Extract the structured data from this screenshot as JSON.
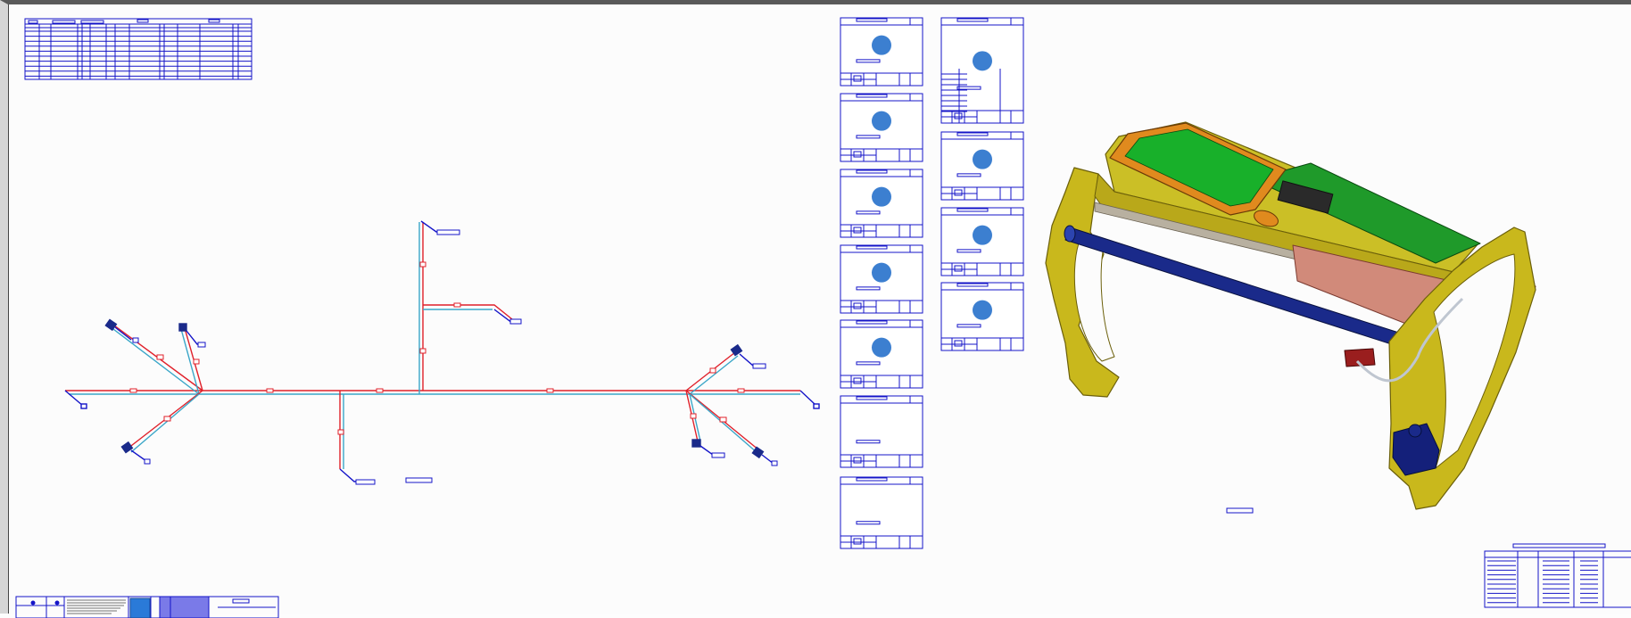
{
  "drawing": {
    "type": "harness-drawing-sheet",
    "colors": {
      "frame_line": "#1414c8",
      "wire_red": "#e0202a",
      "wire_cyan": "#3aa6c8",
      "bubble_blue": "#3c7fd0",
      "board_green": "#1f9a2a",
      "frame_yellow": "#c9b81c",
      "tube_blue": "#1a2a8a",
      "accent_orange": "#e08a1e",
      "block_red": "#9a1e1e"
    },
    "tables": {
      "top_left_bom": {
        "rows": 10,
        "columns": 14
      },
      "bottom_right_table": {
        "rows": 10,
        "columns": 6
      }
    },
    "connector_cards": {
      "column_a": [
        {
          "id": "a1",
          "has_bubble": true
        },
        {
          "id": "a2",
          "has_bubble": true
        },
        {
          "id": "a3",
          "has_bubble": true
        },
        {
          "id": "a4",
          "has_bubble": true
        },
        {
          "id": "a5",
          "has_bubble": true
        },
        {
          "id": "a6",
          "has_bubble": false
        },
        {
          "id": "a7",
          "has_bubble": false
        }
      ],
      "column_b": [
        {
          "id": "b1",
          "has_bubble": true,
          "tall": true
        },
        {
          "id": "b2",
          "has_bubble": true
        },
        {
          "id": "b3",
          "has_bubble": true
        },
        {
          "id": "b4",
          "has_bubble": true
        }
      ]
    },
    "title_block": {
      "logo_icon": "virtual-logo-icon"
    },
    "model_view": {
      "description_icon": "3d-assembly-isometric-icon"
    }
  }
}
